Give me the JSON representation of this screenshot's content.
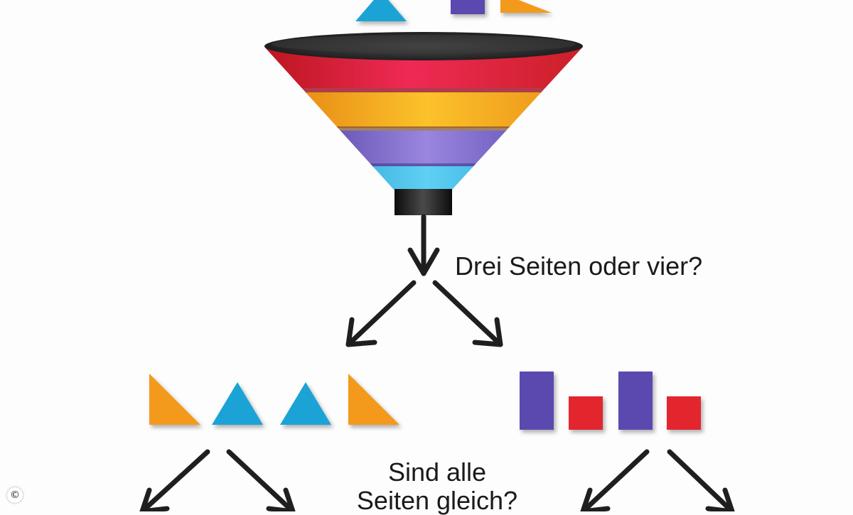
{
  "question_1": "Drei Seiten oder vier?",
  "question_2_line_1": "Sind alle",
  "question_2_line_2": "Seiten gleich?",
  "copyright_symbol": "©",
  "colors": {
    "orange": "#f39a1c",
    "blue": "#1ba3d6",
    "purple": "#5b4ab0",
    "red": "#e3262e",
    "arrow": "#1f1f1f",
    "funnel_rim": "#2b2b2b"
  },
  "icons": [
    "funnel-icon",
    "arrow-icon",
    "right-triangle-icon",
    "triangle-icon",
    "tall-rectangle-icon",
    "square-icon"
  ]
}
